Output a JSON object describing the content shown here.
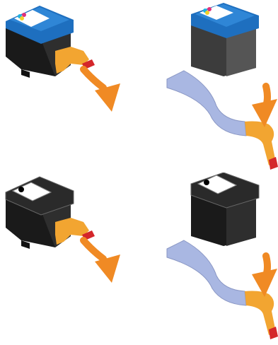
{
  "figure": {
    "panels": [
      {
        "id": "color-cartridge-before",
        "cartridge": "color",
        "tape": "attached"
      },
      {
        "id": "color-cartridge-after",
        "cartridge": "color",
        "tape": "removed"
      },
      {
        "id": "black-cartridge-before",
        "cartridge": "black",
        "tape": "attached"
      },
      {
        "id": "black-cartridge-after",
        "cartridge": "black",
        "tape": "removed"
      }
    ],
    "colors": {
      "color_cartridge_top": "#1e6fbf",
      "black_cartridge_top": "#2a2a2a",
      "cartridge_body": "#1a1a1a",
      "after_body": "#3c3c3c",
      "tape_orange": "#f2a531",
      "tape_red": "#d4262a",
      "tape_blue": "#a9b7e2",
      "arrow_orange": "#f08a24",
      "label_white": "#ffffff"
    },
    "icons": [
      "arrow-icon",
      "ink-cartridge-icon",
      "protective-tape-icon"
    ]
  }
}
